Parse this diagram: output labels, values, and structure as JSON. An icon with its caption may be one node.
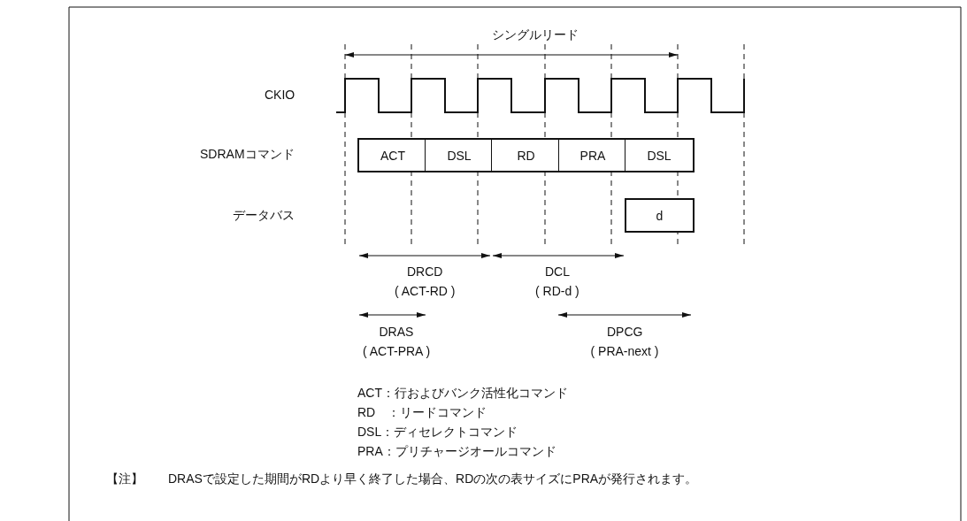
{
  "diagram": {
    "nodes": [
      {
        "text": [
          "ACT"
        ]
      },
      {
        "text": [
          "DSL"
        ]
      },
      {
        "text": [
          "RD"
        ]
      },
      {
        "text": [
          "PRA"
        ]
      },
      {
        "text": [
          "DSL"
        ]
      },
      {
        "text": [
          "d"
        ]
      }
    ],
    "labels": [
      "シングルリード",
      "CKIO",
      "SDRAMコマンド",
      "データバス",
      "DRCD",
      "( ACT-RD )",
      "DCL",
      "( RD-d )",
      "DRAS",
      "( ACT-PRA )",
      "DPCG",
      "( PRA-next )",
      "ACT：行およびバンク活性化コマンド",
      "RD　：リードコマンド",
      "DSL：ディセレクトコマンド",
      "PRA：プリチャージオールコマンド",
      "【注】",
      "DRASで設定した期間がRDより早く終了した場合、RDの次の表サイズにPRAが発行されます。"
    ]
  }
}
